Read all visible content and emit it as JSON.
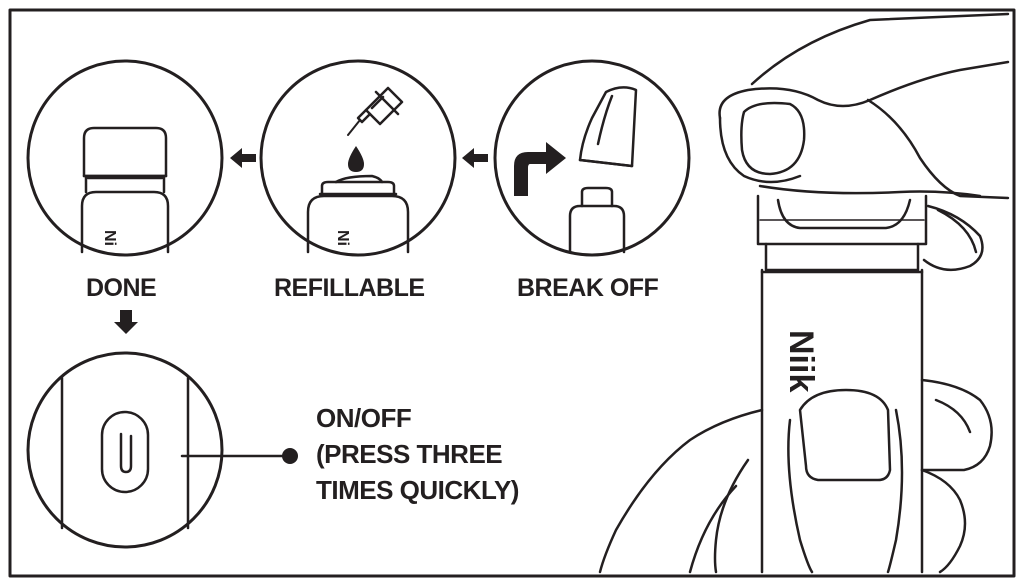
{
  "steps": {
    "done_label": "DONE",
    "refillable_label": "REFILLABLE",
    "break_off_label": "BREAK OFF"
  },
  "callout": {
    "line1": "ON/OFF",
    "line2": "(PRESS THREE",
    "line3": "TIMES QUICKLY)"
  },
  "brand": "Niik",
  "brand_short": "Ni"
}
